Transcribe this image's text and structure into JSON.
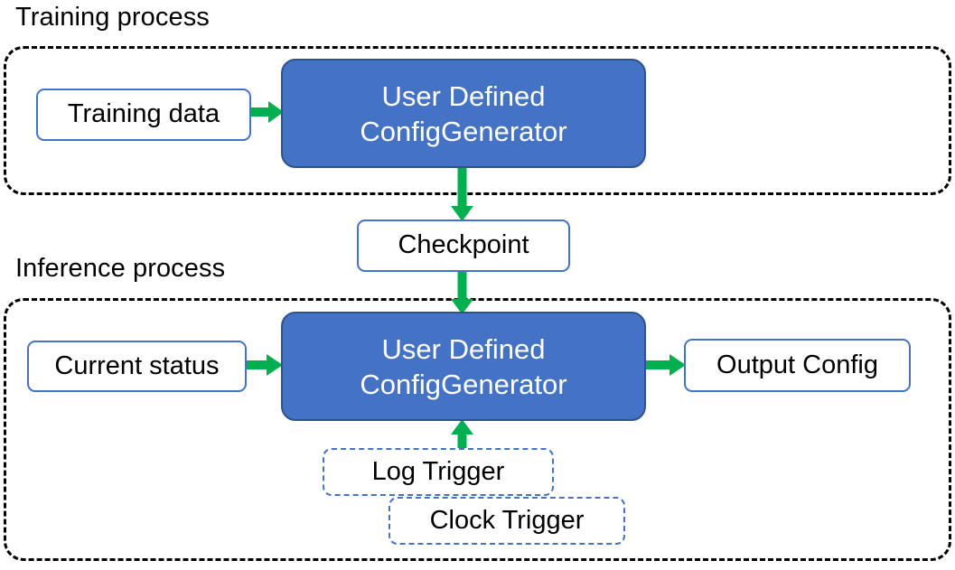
{
  "diagram": {
    "title_training": "Training process",
    "title_inference": "Inference process",
    "colors": {
      "block_fill": "#4472C4",
      "block_border": "#2F528F",
      "node_border": "#4472C4",
      "arrow_green": "#00B050",
      "container_border": "#000000",
      "background": "#FFFFFF",
      "block_text": "#FFFFFF",
      "node_text": "#000000"
    }
  },
  "training": {
    "label": "Training process",
    "nodes": {
      "training_data": "Training data",
      "generator_line1": "User Defined",
      "generator_line2": "ConfigGenerator"
    }
  },
  "bridge": {
    "checkpoint": "Checkpoint"
  },
  "inference": {
    "label": "Inference process",
    "nodes": {
      "current_status": "Current status",
      "generator_line1": "User Defined",
      "generator_line2": "ConfigGenerator",
      "output_config": "Output Config",
      "log_trigger": "Log Trigger",
      "clock_trigger": "Clock Trigger"
    }
  },
  "arrows": [
    {
      "name": "training-data-to-generator",
      "from": "Training data",
      "to": "User Defined ConfigGenerator",
      "direction": "right"
    },
    {
      "name": "generator-to-checkpoint",
      "from": "User Defined ConfigGenerator",
      "to": "Checkpoint",
      "direction": "down"
    },
    {
      "name": "checkpoint-to-inference-generator",
      "from": "Checkpoint",
      "to": "User Defined ConfigGenerator",
      "direction": "down"
    },
    {
      "name": "current-status-to-generator",
      "from": "Current status",
      "to": "User Defined ConfigGenerator",
      "direction": "right"
    },
    {
      "name": "generator-to-output-config",
      "from": "User Defined ConfigGenerator",
      "to": "Output Config",
      "direction": "right"
    },
    {
      "name": "triggers-to-generator",
      "from": "Log Trigger / Clock Trigger",
      "to": "User Defined ConfigGenerator",
      "direction": "up"
    }
  ]
}
